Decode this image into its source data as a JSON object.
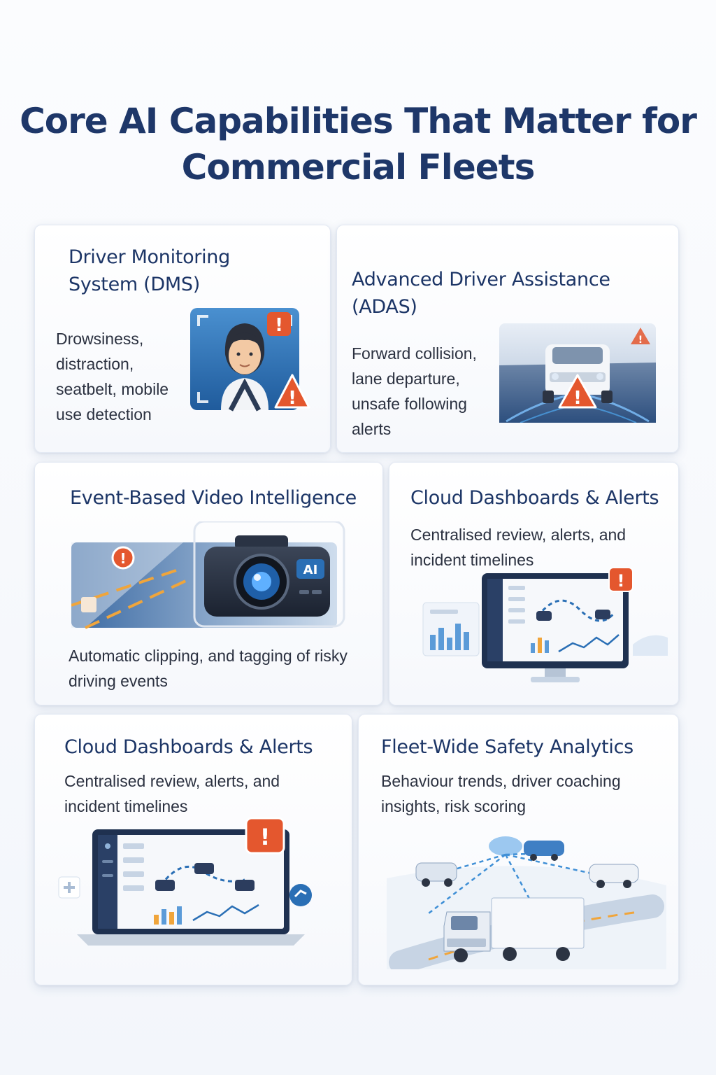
{
  "page_title": "Core AI Capabilities That Matter for Commercial Fleets",
  "cards": [
    {
      "title": "Driver Monitoring System (DMS)",
      "description": "Drowsiness, distraction, seatbelt, mobile use detection",
      "illustration_icon": "driver-monitoring-icon"
    },
    {
      "title": "Advanced Driver Assistance (ADAS)",
      "description": "Forward collision, lane departure, unsafe following alerts",
      "illustration_icon": "adas-road-car-icon"
    },
    {
      "title": "Event-Based Video Intelligence",
      "description": "Automatic clipping, and tagging of risky driving events",
      "illustration_icon": "ai-dashcam-icon",
      "camera_badge": "AI"
    },
    {
      "title": "Cloud Dashboards & Alerts",
      "description": "Centralised review, alerts, and incident timelines",
      "illustration_icon": "monitor-dashboard-icon"
    },
    {
      "title": "Cloud Dashboards & Alerts",
      "description": "Centralised review, alerts, and incident timelines",
      "illustration_icon": "laptop-dashboard-icon"
    },
    {
      "title": "Fleet-Wide Safety Analytics",
      "description": "Behaviour trends, driver coaching insights, risk scoring",
      "illustration_icon": "connected-fleet-icon"
    }
  ],
  "colors": {
    "title": "#1e3769",
    "heading": "#1c3566",
    "body_text": "#2b3140",
    "accent_blue": "#2a6fb5",
    "alert_orange": "#e4572e"
  }
}
